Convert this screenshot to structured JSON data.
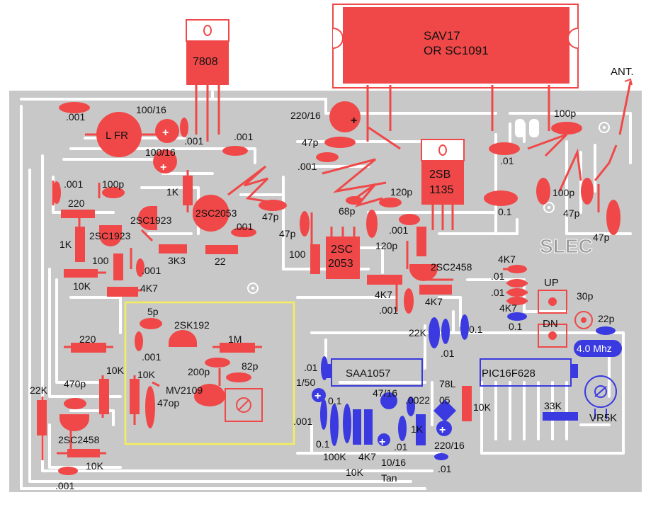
{
  "colors": {
    "board": "#c8c8c8",
    "trace": "#ffffff",
    "part_red": "#f04848",
    "part_blue": "#3a3ae0",
    "zone_yellow": "#f5ee5a",
    "text": "#111111",
    "silk_white": "#ffffff",
    "logo_gray": "#9a9a9a"
  },
  "modules": {
    "tuner_line1": "SAV17",
    "tuner_line2": "OR SC1091",
    "regulator": "7808",
    "reg2_line1": "2SB",
    "reg2_line2": "1135",
    "q2053b_line1": "2SC",
    "q2053b_line2": "2053",
    "inductor": "L FR",
    "antenna": "ANT.",
    "logo": "SLEC",
    "ic1": "SAA1057",
    "ic2": "PIC16F628",
    "crystal": "4.0 Mhz",
    "button_up": "UP",
    "button_dn": "DN",
    "trim": "VR5K"
  },
  "labels": [
    {
      "id": "l1",
      "t": ".001"
    },
    {
      "id": "l2",
      "t": "100/16"
    },
    {
      "id": "l3",
      "t": "100/16"
    },
    {
      "id": "l4",
      "t": ".001"
    },
    {
      "id": "l5",
      "t": ".001"
    },
    {
      "id": "l6",
      "t": "220/16"
    },
    {
      "id": "l7",
      "t": "47p"
    },
    {
      "id": "l8",
      "t": ".001"
    },
    {
      "id": "l9",
      "t": "100p"
    },
    {
      "id": "l10",
      "t": ".01"
    },
    {
      "id": "l11",
      "t": ".001"
    },
    {
      "id": "l12",
      "t": "100p"
    },
    {
      "id": "l13",
      "t": "1K"
    },
    {
      "id": "l14",
      "t": "220"
    },
    {
      "id": "l15",
      "t": "2SC1923"
    },
    {
      "id": "l16",
      "t": "2SC1923"
    },
    {
      "id": "l17",
      "t": "2SC2053"
    },
    {
      "id": "l18",
      "t": "47p"
    },
    {
      "id": "l19",
      "t": "47p"
    },
    {
      "id": "l20",
      "t": ".001"
    },
    {
      "id": "l21",
      "t": "68p"
    },
    {
      "id": "l22",
      "t": "120p"
    },
    {
      "id": "l23",
      "t": "120p"
    },
    {
      "id": "l24",
      "t": ".001"
    },
    {
      "id": "l25",
      "t": "0.1"
    },
    {
      "id": "l26",
      "t": "100p"
    },
    {
      "id": "l27",
      "t": "47p"
    },
    {
      "id": "l28",
      "t": "47p"
    },
    {
      "id": "l29",
      "t": "1K"
    },
    {
      "id": "l30",
      "t": "3K3"
    },
    {
      "id": "l31",
      "t": "22"
    },
    {
      "id": "l32",
      "t": "100"
    },
    {
      "id": "l33",
      "t": ".001"
    },
    {
      "id": "l34",
      "t": "100"
    },
    {
      "id": "l35",
      "t": "10K"
    },
    {
      "id": "l36",
      "t": "4K7"
    },
    {
      "id": "l37",
      "t": "2SC2458"
    },
    {
      "id": "l38",
      "t": "4K7"
    },
    {
      "id": "l39",
      "t": ".01"
    },
    {
      "id": "l40",
      "t": ".01"
    },
    {
      "id": "l41",
      "t": "4K7"
    },
    {
      "id": "l42",
      "t": "0.1"
    },
    {
      "id": "l43",
      "t": "4K7"
    },
    {
      "id": "l44",
      "t": "4K7"
    },
    {
      "id": "l45",
      "t": ".001"
    },
    {
      "id": "l46",
      "t": "30p"
    },
    {
      "id": "l47",
      "t": "22p"
    },
    {
      "id": "l48",
      "t": "5p"
    },
    {
      "id": "l49",
      "t": "2SK192"
    },
    {
      "id": "l50",
      "t": "220"
    },
    {
      "id": "l51",
      "t": ".001"
    },
    {
      "id": "l52",
      "t": "1M"
    },
    {
      "id": "l53",
      "t": "22K"
    },
    {
      "id": "l54",
      "t": ".01"
    },
    {
      "id": "l55",
      "t": "0.1"
    },
    {
      "id": "l56",
      "t": "10K"
    },
    {
      "id": "l57",
      "t": "10K"
    },
    {
      "id": "l58",
      "t": "200p"
    },
    {
      "id": "l59",
      "t": "82p"
    },
    {
      "id": "l60",
      "t": "MV2109"
    },
    {
      "id": "l61",
      "t": "470p"
    },
    {
      "id": "l62",
      "t": "47op"
    },
    {
      "id": "l63",
      "t": "22K"
    },
    {
      "id": "l64",
      "t": "2SC2458"
    },
    {
      "id": "l65",
      "t": "10K"
    },
    {
      "id": "l66",
      "t": ".001"
    },
    {
      "id": "l67",
      "t": ".01"
    },
    {
      "id": "l68",
      "t": "1/50"
    },
    {
      "id": "l69",
      "t": "0.1"
    },
    {
      "id": "l70",
      "t": "47/16"
    },
    {
      "id": "l71",
      "t": "78L"
    },
    {
      "id": "l72",
      "t": "05"
    },
    {
      "id": "l73",
      "t": ".0022"
    },
    {
      "id": "l74",
      "t": "10K"
    },
    {
      "id": "l75",
      "t": "33K"
    },
    {
      "id": "l76",
      "t": ".001"
    },
    {
      "id": "l77",
      "t": "0.1"
    },
    {
      "id": "l78",
      "t": "100K"
    },
    {
      "id": "l79",
      "t": "4K7"
    },
    {
      "id": "l80",
      "t": "10K"
    },
    {
      "id": "l81",
      "t": "10/16"
    },
    {
      "id": "l82",
      "t": "Tan"
    },
    {
      "id": "l83",
      "t": ".01"
    },
    {
      "id": "l84",
      "t": "1K"
    },
    {
      "id": "l85",
      "t": "220/16"
    },
    {
      "id": "l86",
      "t": ".01"
    }
  ]
}
